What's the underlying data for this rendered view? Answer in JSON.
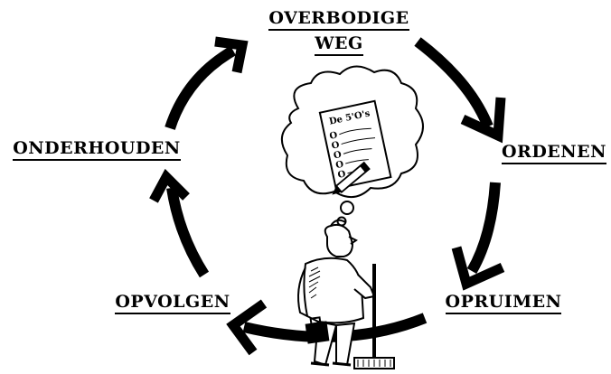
{
  "diagram": {
    "steps": [
      {
        "id": "overbodig",
        "lines": [
          "OVERBODIGE",
          "WEG"
        ]
      },
      {
        "id": "ordenen",
        "lines": [
          "ORDENEN"
        ]
      },
      {
        "id": "opruimen",
        "lines": [
          "OPRUIMEN"
        ]
      },
      {
        "id": "opvolgen",
        "lines": [
          "OPVOLGEN"
        ]
      },
      {
        "id": "onderhouden",
        "lines": [
          "ONDERHOUDEN"
        ]
      }
    ],
    "thought_note": {
      "title": "De 5'O's",
      "bullet_marker": "O",
      "bullet_count": 5
    }
  }
}
